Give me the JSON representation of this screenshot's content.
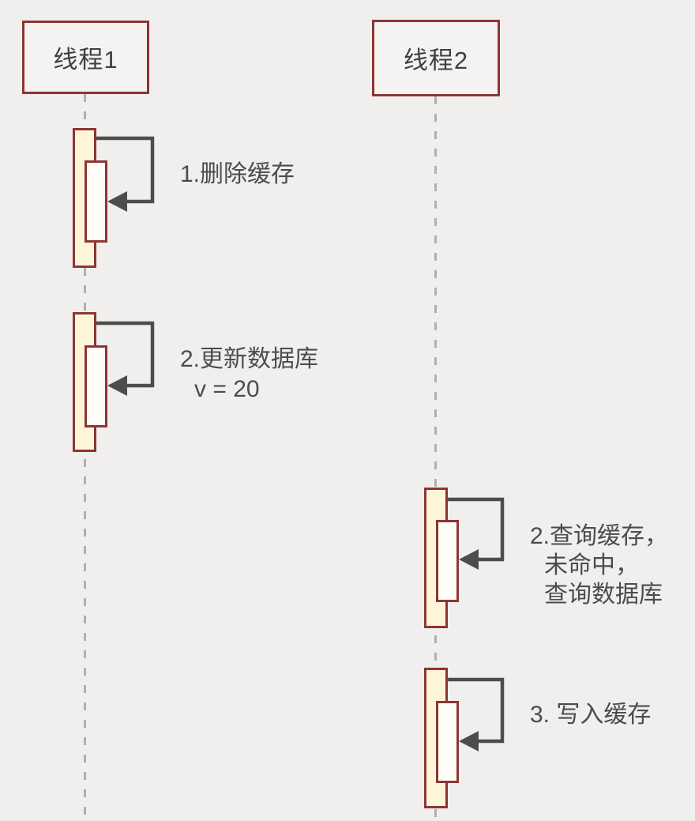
{
  "diagram": {
    "type": "sequence-diagram",
    "actors": [
      {
        "id": "thread-1",
        "label": "线程1"
      },
      {
        "id": "thread-2",
        "label": "线程2"
      }
    ],
    "messages": [
      {
        "actor": "线程1",
        "kind": "self-call",
        "lines": [
          "1.删除缓存"
        ]
      },
      {
        "actor": "线程1",
        "kind": "self-call",
        "lines": [
          "2.更新数据库",
          "v = 20"
        ]
      },
      {
        "actor": "线程2",
        "kind": "self-call",
        "lines": [
          "2.查询缓存，",
          "未命中，",
          "查询数据库"
        ]
      },
      {
        "actor": "线程2",
        "kind": "self-call",
        "lines": [
          "3. 写入缓存"
        ]
      }
    ],
    "colors": {
      "background": "#f0efee",
      "box_border": "#8e3434",
      "activation_fill": "#fdf5da",
      "nested_activation_fill": "#fffef9",
      "arrow": "#4d4d4d",
      "text": "#4c4c4c",
      "lifeline": "#b1afad"
    }
  }
}
